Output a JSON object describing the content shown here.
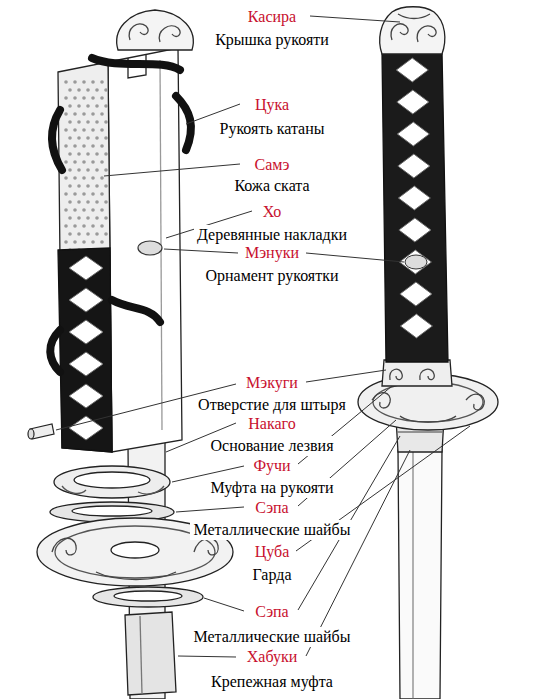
{
  "diagram": {
    "labels": [
      "Касира",
      "Крышка рукояти",
      "Цука",
      "Рукоять катаны",
      "Самэ",
      "Кожа ската",
      "Хо",
      "Деревянные накладки",
      "Мэнуки",
      "Орнамент рукоятки",
      "Мэкуги",
      "Отверстие для штыря",
      "Накаго",
      "Основание лезвия",
      "Фучи",
      "Муфта на рукояти",
      "Сэпа",
      "Металлические шайбы",
      "Цуба",
      "Гарда",
      "Сэпа",
      "Металлические шайбы",
      "Хабуки",
      "Крепежная муфта"
    ]
  }
}
